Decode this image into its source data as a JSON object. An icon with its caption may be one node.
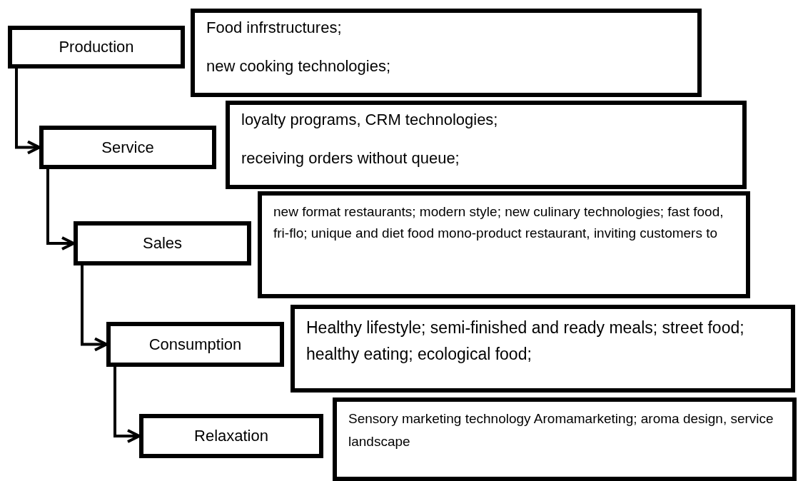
{
  "diagram": {
    "nodes": [
      {
        "text": [
          "Production"
        ]
      },
      {
        "text": [
          "Food infrstructures;",
          "new cooking technologies;"
        ]
      },
      {
        "text": [
          "Service"
        ]
      },
      {
        "text": [
          "loyalty programs, CRM technologies;",
          "receiving orders without queue;"
        ]
      },
      {
        "text": [
          "Sales"
        ]
      },
      {
        "text": [
          "new format restaurants; modern style; new culinary technologies; fast food, fri-flo; unique and diet food mono-product restaurant, inviting customers to"
        ]
      },
      {
        "text": [
          "Consumption"
        ]
      },
      {
        "text": [
          "Healthy lifestyle; semi-finished and ready meals; street food; healthy eating; ecological food;"
        ]
      },
      {
        "text": [
          "Relaxation"
        ]
      },
      {
        "text": [
          "Sensory marketing technology Aromamarketing; aroma design, service landscape"
        ]
      }
    ],
    "edges": [
      {
        "from": 0,
        "to": 2,
        "arrow": "to"
      },
      {
        "from": 2,
        "to": 4,
        "arrow": "to"
      },
      {
        "from": 4,
        "to": 6,
        "arrow": "to"
      },
      {
        "from": 6,
        "to": 8,
        "arrow": "to"
      }
    ]
  }
}
